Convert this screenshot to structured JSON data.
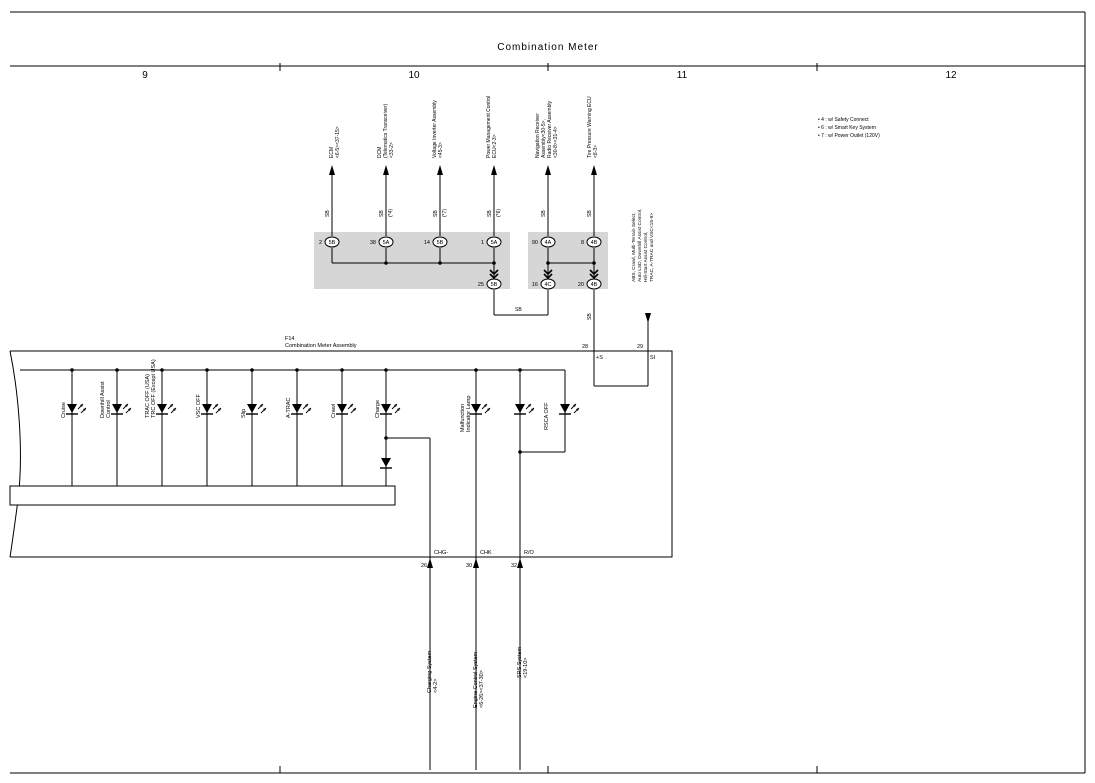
{
  "header": {
    "title": "Combination Meter"
  },
  "columns": [
    "9",
    "10",
    "11",
    "12"
  ],
  "notes": [
    "• 4 : w/ Safety Connect",
    "• 6 : w/ Smart Key System",
    "• 7 : w/ Power Outlet (120V)"
  ],
  "top_devices": [
    {
      "label": "ECM",
      "ref": "<6-5><37-15>",
      "wire": "SB",
      "note": "",
      "pin": "2",
      "conn": "5B"
    },
    {
      "label": "DCM",
      "label2": "(Telematics Transceiver)",
      "ref": "<33-2>",
      "wire": "SB",
      "note": "(*4)",
      "pin": "38",
      "conn": "5A"
    },
    {
      "label": "Voltage Inverter Assembly",
      "ref": "<45-3>",
      "wire": "SB",
      "note": "(*7)",
      "pin": "14",
      "conn": "5B"
    },
    {
      "label": "Power Management Control",
      "label2": "ECU<2-3>",
      "ref": "",
      "wire": "SB",
      "note": "(*6)",
      "pin": "1",
      "conn": "5A"
    },
    {
      "label": "Navigation Receiver",
      "label2": "Assembly<30-5>,",
      "label3": "Radio Receiver Assembly",
      "ref": "<30-8><31-4>",
      "wire": "SB",
      "note": "",
      "pin": "90",
      "conn": "4A"
    },
    {
      "label": "Tire Pressure Warning ECU",
      "ref": "<8-3>",
      "wire": "SB",
      "note": "",
      "pin": "8",
      "conn": "4B"
    }
  ],
  "junction_left": {
    "pin": "25",
    "conn": "5B"
  },
  "junction_right_bottom": [
    {
      "pin": "16",
      "conn": "4C"
    },
    {
      "pin": "20",
      "conn": "4B"
    }
  ],
  "link_wire": "SB",
  "feed_wire": "SB",
  "si_input_lines": [
    "ABS, Crawl, Multi-Terrain Select,",
    "Auto LSD, Downhill Assist Control,",
    "Hill-Start Assist Control,",
    "TRAC, A-TRAC and VSC<15-9>"
  ],
  "meter": {
    "id": "F14",
    "name": "Combination Meter Assembly",
    "pin_s": "28",
    "pin_s_label": "+S",
    "pin_si": "29",
    "pin_si_label": "SI"
  },
  "indicators": [
    "Cruise",
    "Downhill Assist",
    "Control",
    "TRAC OFF (USA)",
    "TRC OFF (Except USA)",
    "VSC OFF",
    "Slip",
    "A-TRAC",
    "Crawl",
    "Charge",
    "Malfunction",
    "Indicator Lamp",
    "RSCA OFF"
  ],
  "bottom_pins": [
    {
      "pin": "26",
      "label": "CHG-",
      "system": "Charging System",
      "ref": "<4-2>"
    },
    {
      "pin": "30",
      "label": "CHK",
      "system": "Engine Control System",
      "ref": "<6-26><37-30>"
    },
    {
      "pin": "32",
      "label": "R/O",
      "system": "SRS System",
      "ref": "<19-10>"
    }
  ]
}
